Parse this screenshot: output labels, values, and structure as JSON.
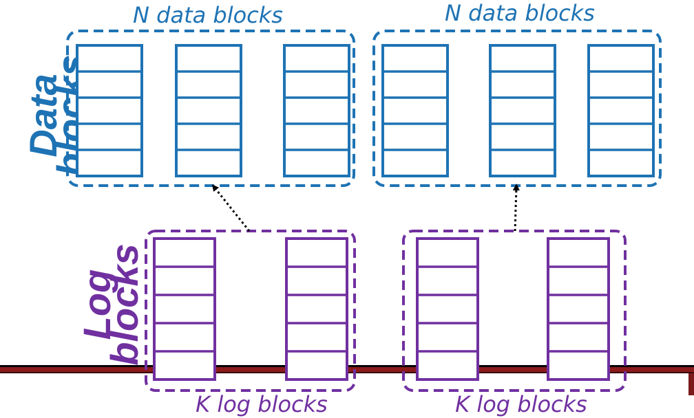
{
  "colors": {
    "data_blue": "#1e73b4",
    "log_purple": "#7030a0",
    "arrow": "#000000",
    "line_dark_red": "#7a1a1a",
    "line_black": "#000000"
  },
  "data_section": {
    "label_line1": "Data",
    "label_line2": "blocks",
    "groups": [
      {
        "caption": "N data blocks",
        "block_count": 3,
        "slots_per_block": 5
      },
      {
        "caption": "N data blocks",
        "block_count": 3,
        "slots_per_block": 5
      }
    ]
  },
  "log_section": {
    "label_line1": "Log",
    "label_line2": "blocks",
    "groups": [
      {
        "caption": "K log blocks",
        "block_count": 2,
        "slots_per_block": 5
      },
      {
        "caption": "K log blocks",
        "block_count": 2,
        "slots_per_block": 5
      }
    ]
  },
  "arrows": [
    {
      "from": "log-group-1",
      "to": "data-group-1",
      "style": "dotted"
    },
    {
      "from": "log-group-2",
      "to": "data-group-2",
      "style": "dotted"
    }
  ]
}
